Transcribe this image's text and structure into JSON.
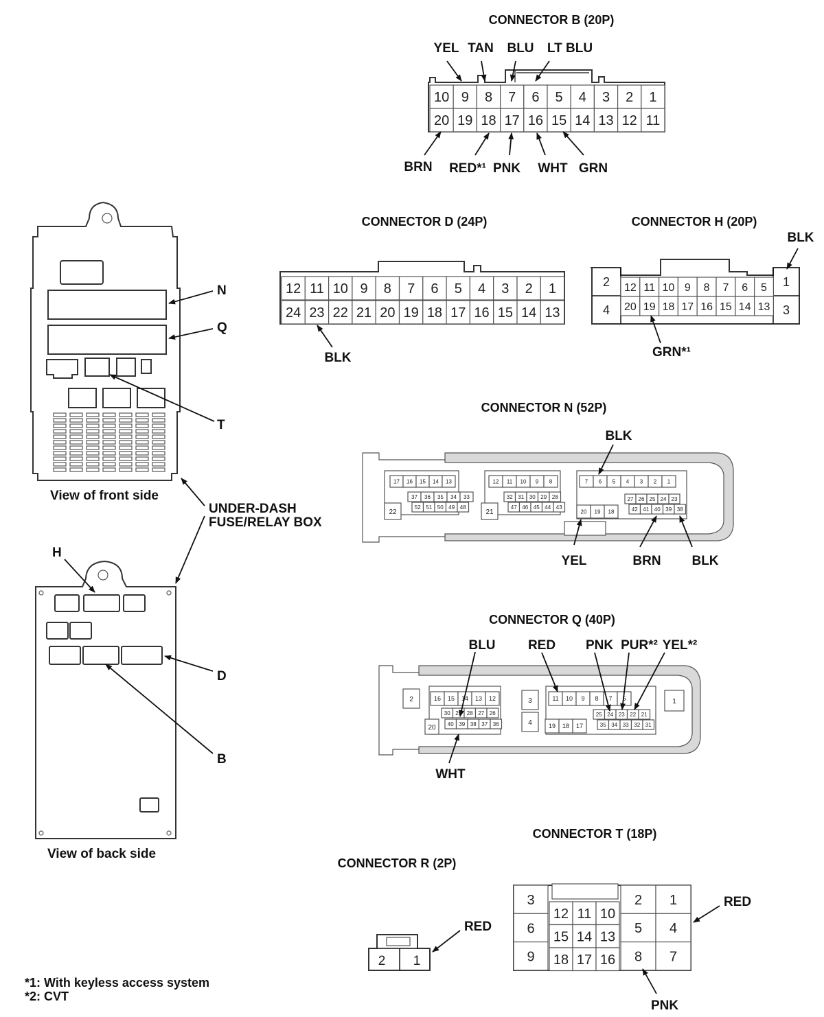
{
  "connectors": {
    "B": {
      "title": "CONNECTOR B (20P)",
      "row1": [
        "10",
        "9",
        "8",
        "7",
        "6",
        "5",
        "4",
        "3",
        "2",
        "1"
      ],
      "row2": [
        "20",
        "19",
        "18",
        "17",
        "16",
        "15",
        "14",
        "13",
        "12",
        "11"
      ],
      "wires": {
        "yel": "YEL",
        "tan": "TAN",
        "blu": "BLU",
        "ltblu": "LT BLU",
        "brn": "BRN",
        "red": "RED*¹",
        "pnk": "PNK",
        "wht": "WHT",
        "grn": "GRN"
      }
    },
    "D": {
      "title": "CONNECTOR D (24P)",
      "row1": [
        "12",
        "11",
        "10",
        "9",
        "8",
        "7",
        "6",
        "5",
        "4",
        "3",
        "2",
        "1"
      ],
      "row2": [
        "24",
        "23",
        "22",
        "21",
        "20",
        "19",
        "18",
        "17",
        "16",
        "15",
        "14",
        "13"
      ],
      "wires": {
        "blk": "BLK"
      }
    },
    "H": {
      "title": "CONNECTOR H (20P)",
      "row1": [
        "12",
        "11",
        "10",
        "9",
        "8",
        "7",
        "6",
        "5"
      ],
      "row2": [
        "20",
        "19",
        "18",
        "17",
        "16",
        "15",
        "14",
        "13"
      ],
      "side": [
        "2",
        "4",
        "1",
        "3"
      ],
      "wires": {
        "blk": "BLK",
        "grn": "GRN*¹"
      }
    },
    "N": {
      "title": "CONNECTOR N (52P)",
      "g1a": [
        "17",
        "16",
        "15",
        "14",
        "13"
      ],
      "g1b": [
        "37",
        "36",
        "35",
        "34",
        "33"
      ],
      "g1c": [
        "52",
        "51",
        "50",
        "49",
        "48"
      ],
      "g2a": [
        "12",
        "11",
        "10",
        "9",
        "8"
      ],
      "g2b": [
        "32",
        "31",
        "30",
        "29",
        "28"
      ],
      "g2c": [
        "47",
        "46",
        "45",
        "44",
        "43"
      ],
      "g3a": [
        "7",
        "6",
        "5",
        "4",
        "3",
        "2",
        "1"
      ],
      "g3b": [
        "27",
        "26",
        "25",
        "24",
        "23"
      ],
      "g3c": [
        "42",
        "41",
        "40",
        "39",
        "38"
      ],
      "g3d": [
        "20",
        "19",
        "18"
      ],
      "single1": "22",
      "single2": "21",
      "wires": {
        "blk": "BLK",
        "yel": "YEL",
        "brn": "BRN",
        "blk2": "BLK"
      }
    },
    "Q": {
      "title": "CONNECTOR Q (40P)",
      "g1a": [
        "16",
        "15",
        "14",
        "13",
        "12"
      ],
      "g1b": [
        "30",
        "29",
        "28",
        "27",
        "26"
      ],
      "g1c": [
        "40",
        "39",
        "38",
        "37",
        "36"
      ],
      "g2a": [
        "11",
        "10",
        "9",
        "8",
        "7",
        "6"
      ],
      "g2b": [
        "25",
        "24",
        "23",
        "22",
        "21"
      ],
      "g2c": [
        "35",
        "34",
        "33",
        "32",
        "31"
      ],
      "g2d": [
        "19",
        "18",
        "17"
      ],
      "s2": "2",
      "s20": "20",
      "s3": "3",
      "s4": "4",
      "s1": "1",
      "wires": {
        "blu": "BLU",
        "red": "RED",
        "pnk": "PNK",
        "pur": "PUR*²",
        "yel": "YEL*²",
        "wht": "WHT"
      }
    },
    "R": {
      "title": "CONNECTOR R (2P)",
      "pins": [
        "2",
        "1"
      ],
      "wires": {
        "red": "RED"
      }
    },
    "T": {
      "title": "CONNECTOR T (18P)",
      "left": [
        "3",
        "6",
        "9"
      ],
      "mid": [
        [
          "12",
          "11",
          "10"
        ],
        [
          "15",
          "14",
          "13"
        ],
        [
          "18",
          "17",
          "16"
        ]
      ],
      "right": [
        [
          "2",
          "1"
        ],
        [
          "5",
          "4"
        ],
        [
          "8",
          "7"
        ]
      ],
      "wires": {
        "red": "RED",
        "pnk": "PNK"
      }
    }
  },
  "fusebox": {
    "front_caption": "View of front side",
    "back_caption": "View of back side",
    "name_line1": "UNDER-DASH",
    "name_line2": "FUSE/RELAY BOX",
    "callouts": {
      "N": "N",
      "Q": "Q",
      "T": "T",
      "H": "H",
      "D": "D",
      "B": "B"
    }
  },
  "notes": [
    "*1: With keyless access system",
    "*2: CVT"
  ]
}
